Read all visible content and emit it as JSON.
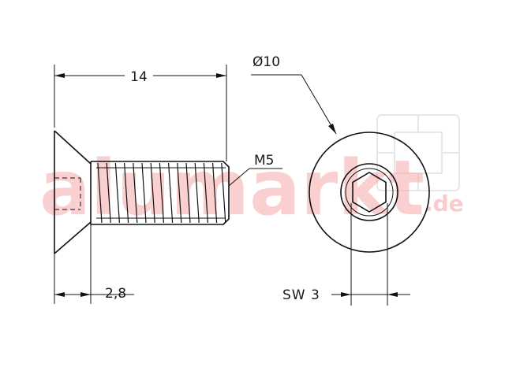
{
  "drawing": {
    "dimensions": {
      "overall_length": "14",
      "head_diameter": "Ø10",
      "thread": "M5",
      "head_height": "2,8",
      "socket_size": "SW 3"
    },
    "watermark": {
      "brand": "alumarkt",
      "domain": ".de",
      "color": "#f7a8ab"
    },
    "line_color": "#111111"
  }
}
